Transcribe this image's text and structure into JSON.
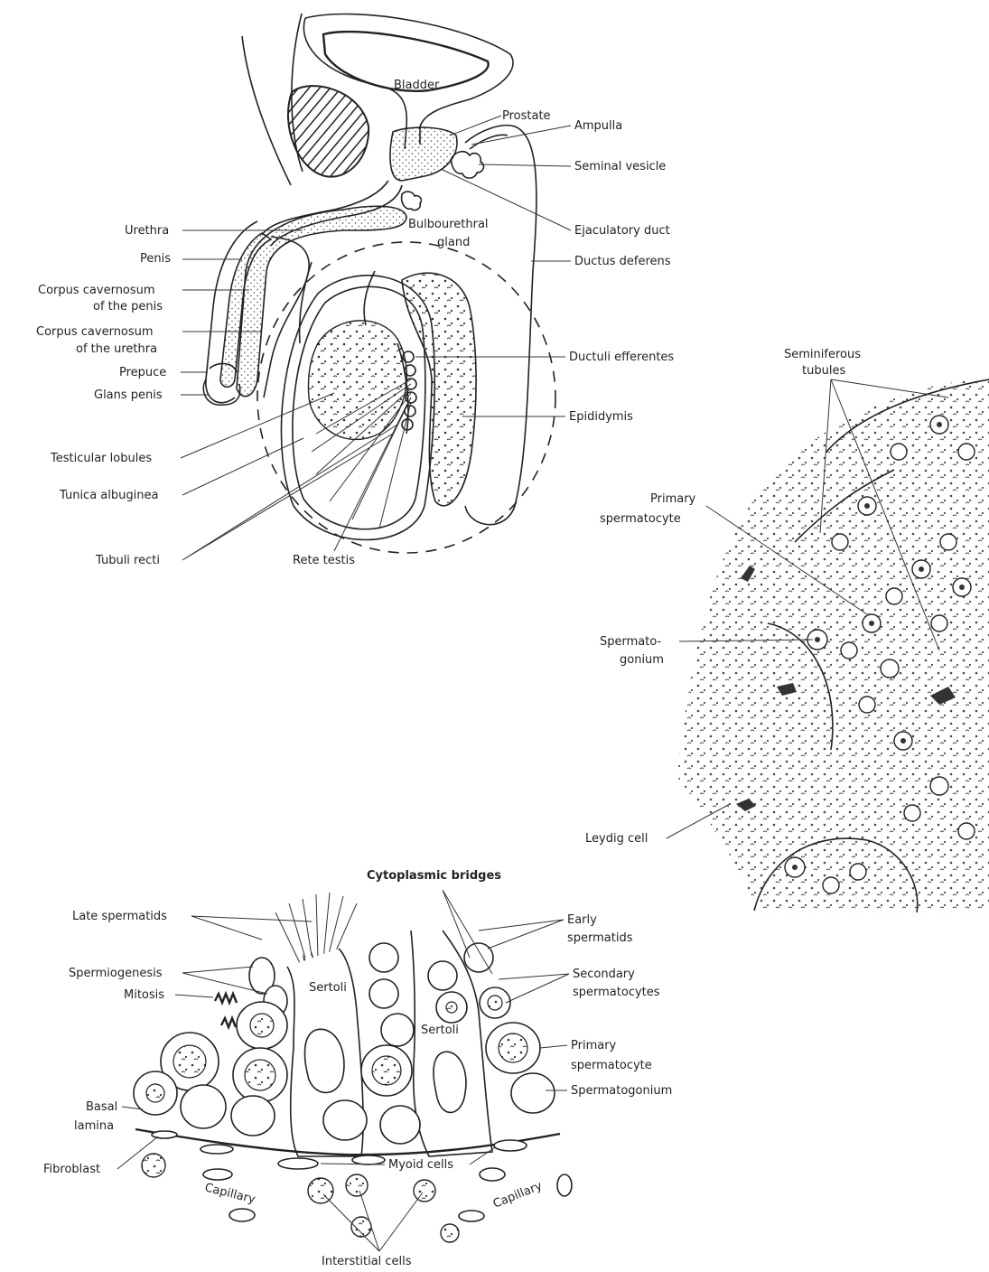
{
  "anatomy_labels": {
    "bladder": "Bladder",
    "prostate": "Prostate",
    "ampulla": "Ampulla",
    "seminal_vesicle": "Seminal vesicle",
    "bulbourethral_1": "Bulbourethral",
    "bulbourethral_2": "gland",
    "ejaculatory_duct": "Ejaculatory duct",
    "ductus_deferens": "Ductus deferens",
    "urethra": "Urethra",
    "penis": "Penis",
    "cc_penis_1": "Corpus cavernosum",
    "cc_penis_2": "of the penis",
    "cc_urethra_1": "Corpus cavernosum",
    "cc_urethra_2": "of the urethra",
    "prepuce": "Prepuce",
    "glans_penis": "Glans penis",
    "ductuli_efferentes": "Ductuli efferentes",
    "epididymis": "Epididymis",
    "testicular_lobules": "Testicular lobules",
    "tunica_albuginea": "Tunica albuginea",
    "tubuli_recti": "Tubuli recti",
    "rete_testis": "Rete testis"
  },
  "micro_labels": {
    "seminiferous_1": "Seminiferous",
    "seminiferous_2": "tubules",
    "primary_sc_1": "Primary",
    "primary_sc_2": "spermatocyte",
    "spermatogonium_1": "Spermato-",
    "spermatogonium_2": "gonium",
    "leydig": "Leydig cell"
  },
  "tubule_labels": {
    "cytoplasmic_bridges": "Cytoplasmic bridges",
    "late_spermatids": "Late spermatids",
    "early_sp_1": "Early",
    "early_sp_2": "spermatids",
    "spermiogenesis": "Spermiogenesis",
    "mitosis": "Mitosis",
    "sertoli_1": "Sertoli",
    "sertoli_2": "Sertoli",
    "secondary_1": "Secondary",
    "secondary_2": "spermatocytes",
    "primary_1": "Primary",
    "primary_2": "spermatocyte",
    "spermatogonium": "Spermatogonium",
    "basal_1": "Basal",
    "basal_2": "lamina",
    "fibroblast": "Fibroblast",
    "myoid": "Myoid cells",
    "capillary_1": "Capillary",
    "capillary_2": "Capillary",
    "interstitial": "Interstitial cells"
  }
}
